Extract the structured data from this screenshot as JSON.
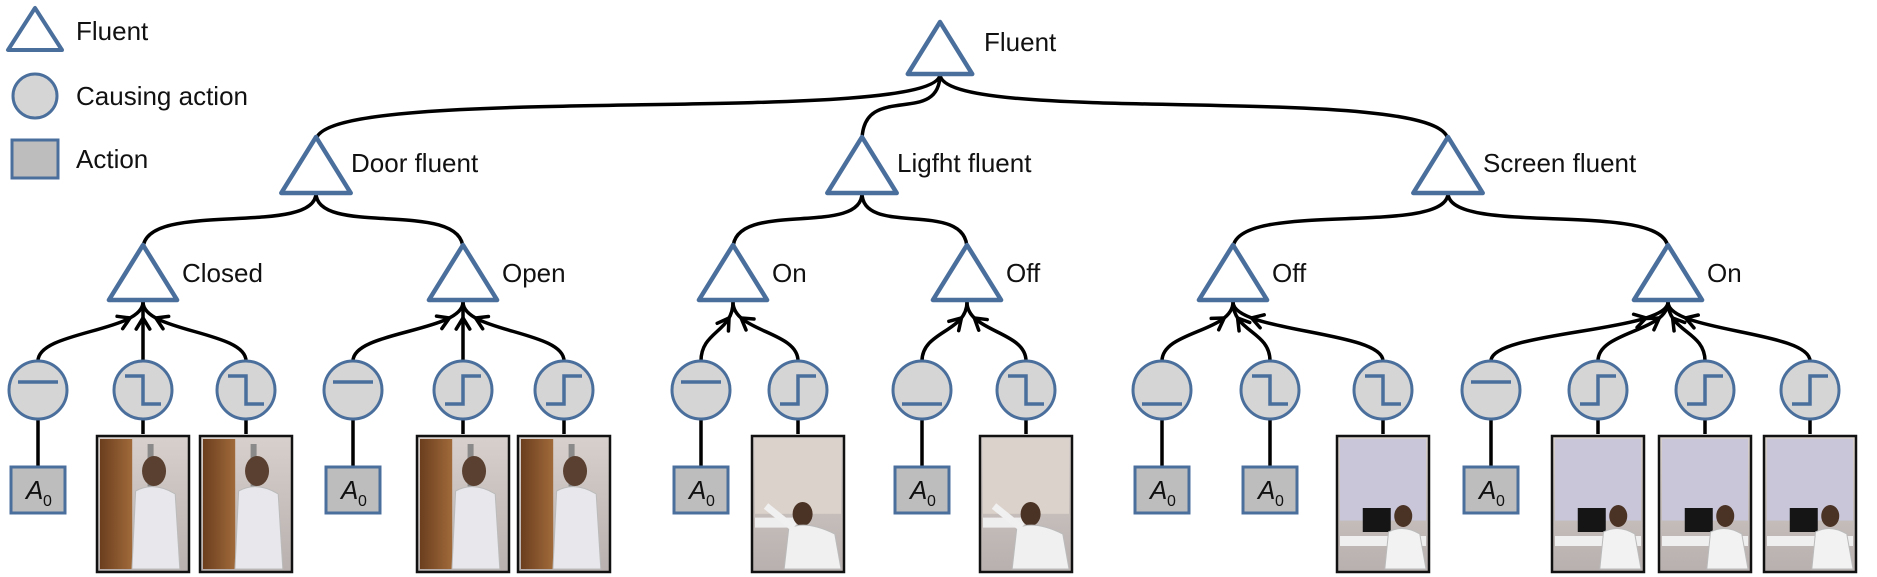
{
  "legend": {
    "fluent": "Fluent",
    "causing_action": "Causing action",
    "action": "Action"
  },
  "colors": {
    "stroke_blue": "#4a6f9c",
    "node_fill": "#d5d5d5",
    "edge": "#000000"
  },
  "tree": {
    "root": "Fluent",
    "groups": [
      {
        "label": "Door fluent",
        "states": [
          {
            "label": "Closed",
            "actions": [
              {
                "icon": "flat-line-icon",
                "leaf": "A0"
              },
              {
                "icon": "step-down-icon",
                "leaf": "door-closing-photo"
              },
              {
                "icon": "step-down-icon",
                "leaf": "door-closing-photo"
              }
            ]
          },
          {
            "label": "Open",
            "actions": [
              {
                "icon": "flat-line-icon",
                "leaf": "A0"
              },
              {
                "icon": "step-up-icon",
                "leaf": "door-opening-photo"
              },
              {
                "icon": "step-up-icon",
                "leaf": "door-opening-photo"
              }
            ]
          }
        ]
      },
      {
        "label": "Ligfht fluent",
        "states": [
          {
            "label": "On",
            "actions": [
              {
                "icon": "flat-line-icon",
                "leaf": "A0"
              },
              {
                "icon": "step-up-icon",
                "leaf": "light-switch-photo"
              }
            ]
          },
          {
            "label": "Off",
            "actions": [
              {
                "icon": "flat-low-icon",
                "leaf": "A0"
              },
              {
                "icon": "step-down-icon",
                "leaf": "light-switch-photo"
              }
            ]
          }
        ]
      },
      {
        "label": "Screen fluent",
        "states": [
          {
            "label": "Off",
            "actions": [
              {
                "icon": "flat-low-icon",
                "leaf": "A0"
              },
              {
                "icon": "step-down-icon",
                "leaf": "A0"
              },
              {
                "icon": "step-down-icon",
                "leaf": "computer-desk-photo"
              }
            ]
          },
          {
            "label": "On",
            "actions": [
              {
                "icon": "flat-line-icon",
                "leaf": "A0"
              },
              {
                "icon": "step-up-icon",
                "leaf": "computer-desk-photo"
              },
              {
                "icon": "step-up-icon",
                "leaf": "computer-desk-photo"
              },
              {
                "icon": "step-up-icon",
                "leaf": "computer-desk-photo"
              }
            ]
          }
        ]
      }
    ]
  },
  "action_text": {
    "main": "A",
    "sub": "0"
  }
}
